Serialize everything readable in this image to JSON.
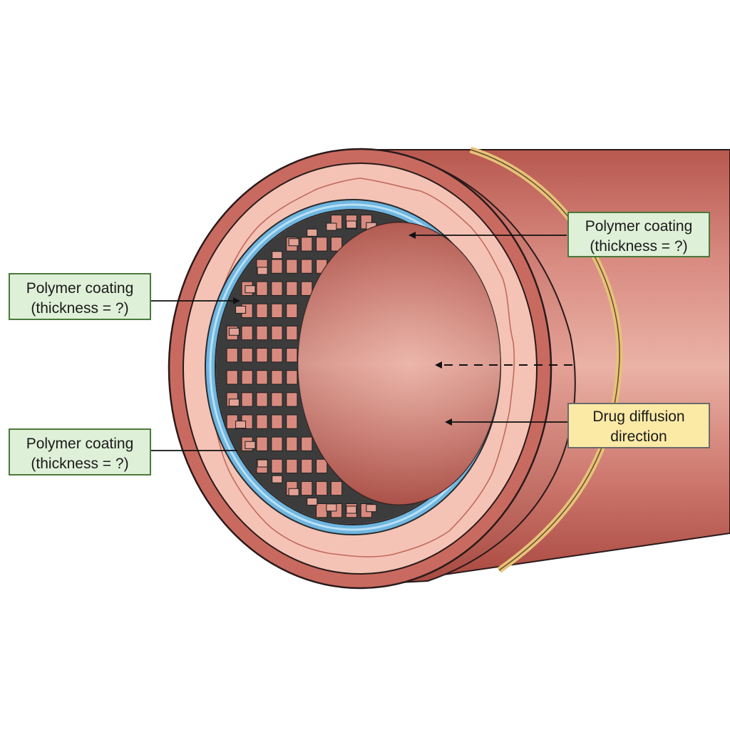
{
  "labels": {
    "top_right": {
      "line1": "Polymer coating",
      "line2": "(thickness = ?)"
    },
    "left_upper": {
      "line1": "Polymer coating",
      "line2": "(thickness = ?)"
    },
    "left_lower": {
      "line1": "Polymer coating",
      "line2": "(thickness = ?)"
    },
    "drug_diffusion": {
      "line1": "Drug diffusion",
      "line2": "direction"
    }
  },
  "colors": {
    "coating_label_fill": "#dff0d8",
    "coating_label_border": "#4a7a3a",
    "drug_label_fill": "#fbe9a6",
    "drug_label_border": "#6b6b6b",
    "vessel_outer": "#c96a60",
    "vessel_intima": "#f4c3b5",
    "adventitia_stripe": "#e6c27a",
    "polymer_ring": "#6fb6e0",
    "stent_mesh": "#3a3a3a"
  }
}
